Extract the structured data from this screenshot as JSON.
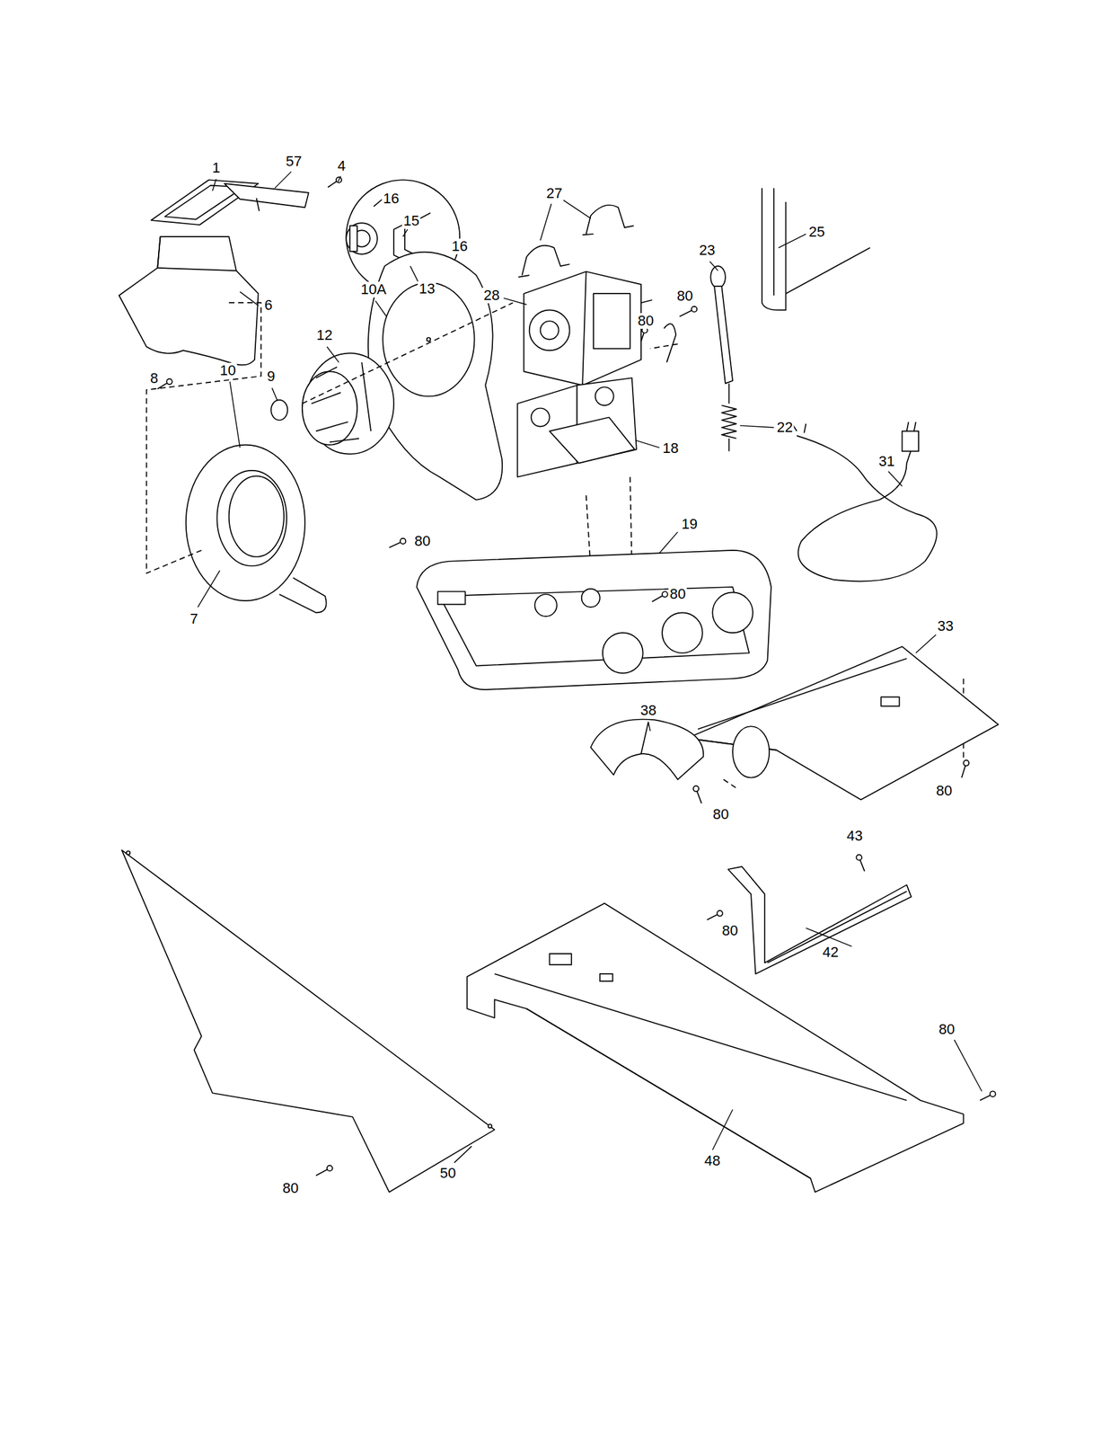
{
  "diagram": {
    "labels": [
      "1",
      "57",
      "4",
      "16",
      "15",
      "16",
      "13",
      "27",
      "28",
      "80",
      "23",
      "25",
      "10A",
      "80",
      "6",
      "12",
      "10",
      "9",
      "8",
      "18",
      "22",
      "31",
      "19",
      "80",
      "80",
      "7",
      "33",
      "38",
      "80",
      "80",
      "43",
      "80",
      "42",
      "80",
      "50",
      "48",
      "80"
    ]
  }
}
